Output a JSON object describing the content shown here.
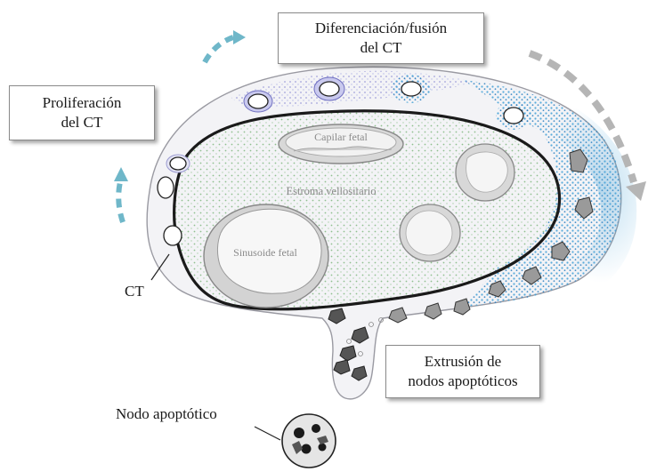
{
  "labels": {
    "proliferation": [
      "Proliferación",
      "del CT"
    ],
    "differentiation": [
      "Diferenciación/fusión",
      "del CT"
    ],
    "extrusion": [
      "Extrusión de",
      "nodos apoptóticos"
    ],
    "ct": "CT",
    "apoptotic_node": "Nodo apoptótico",
    "fetal_capillary": "Capilar fetal",
    "villous_stroma": "Estroma vellositario",
    "fetal_sinusoid": "Sinusoide fetal"
  },
  "colors": {
    "outline": "#1a1a1a",
    "stroma_dots": "#8fbf8f",
    "trophoblast_blue": "#3f9fd6",
    "cell_purple": "#6f6fc0",
    "arrow_teal": "#6fb7c9",
    "arrow_gray": "#b5b5b5"
  },
  "icons": [
    "curved-arrow-icon",
    "curved-arrow-icon",
    "curved-arrow-icon"
  ]
}
